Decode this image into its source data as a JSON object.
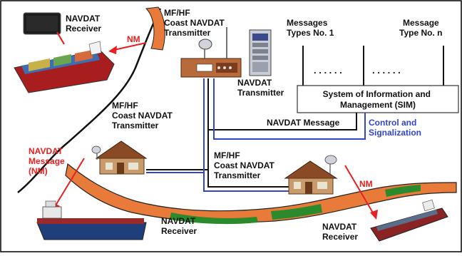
{
  "labels": {
    "receiver_top": [
      "NAVDAT",
      "Receiver"
    ],
    "coast_top": [
      "MF/HF",
      "Coast NAVDAT",
      "Transmitter"
    ],
    "msg_types_1": [
      "Messages",
      "Types No. 1"
    ],
    "msg_types_n": [
      "Message",
      "Type No. n"
    ],
    "navdat_transmitter": [
      "NAVDAT",
      "Transmitter"
    ],
    "sim": [
      "System of Information and",
      "Management (SIM)"
    ],
    "navdat_message": "NAVDAT Message",
    "control": [
      "Control and",
      "Signalization"
    ],
    "coast_left": [
      "MF/HF",
      "Coast NAVDAT",
      "Transmitter"
    ],
    "coast_mid": [
      "MF/HF",
      "Coast NAVDAT",
      "Transmitter"
    ],
    "nm_message": [
      "NAVDAT",
      "Message",
      "(NM)"
    ],
    "nm_top": "NM",
    "nm_right": "NM",
    "receiver_bl": [
      "NAVDAT",
      "Receiver"
    ],
    "receiver_br": [
      "NAVDAT",
      "Receiver"
    ],
    "dots_1": ". . . . . .",
    "dots_2": ". . . . . ."
  },
  "colors": {
    "red": "#e8201f",
    "blue": "#3344cc",
    "black": "#111111",
    "ocean_orange": "#e87b3a",
    "ocean_green": "#2b8a2b"
  }
}
